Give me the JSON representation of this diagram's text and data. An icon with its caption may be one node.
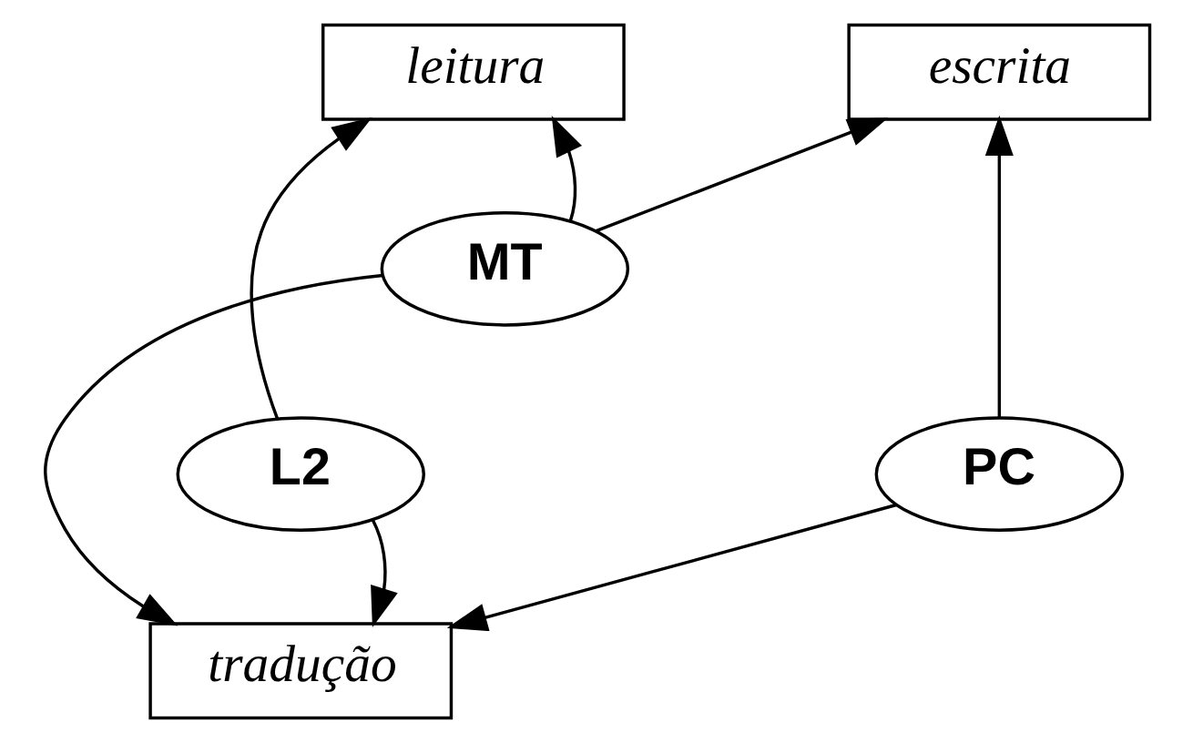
{
  "diagram": {
    "nodes": [
      {
        "text": [
          "leitura"
        ]
      },
      {
        "text": [
          "escrita"
        ]
      },
      {
        "text": [
          "MT"
        ]
      },
      {
        "text": [
          "L2"
        ]
      },
      {
        "text": [
          "PC"
        ]
      },
      {
        "text": [
          "tradução"
        ]
      }
    ],
    "edges": [
      {
        "from": 2,
        "to": 0,
        "arrow": "to"
      },
      {
        "from": 2,
        "to": 1,
        "arrow": "to"
      },
      {
        "from": 3,
        "to": 0,
        "arrow": "to"
      },
      {
        "from": 4,
        "to": 1,
        "arrow": "to"
      },
      {
        "from": 2,
        "to": 5,
        "arrow": "to"
      },
      {
        "from": 3,
        "to": 5,
        "arrow": "to"
      },
      {
        "from": 4,
        "to": 5,
        "arrow": "to"
      }
    ]
  }
}
